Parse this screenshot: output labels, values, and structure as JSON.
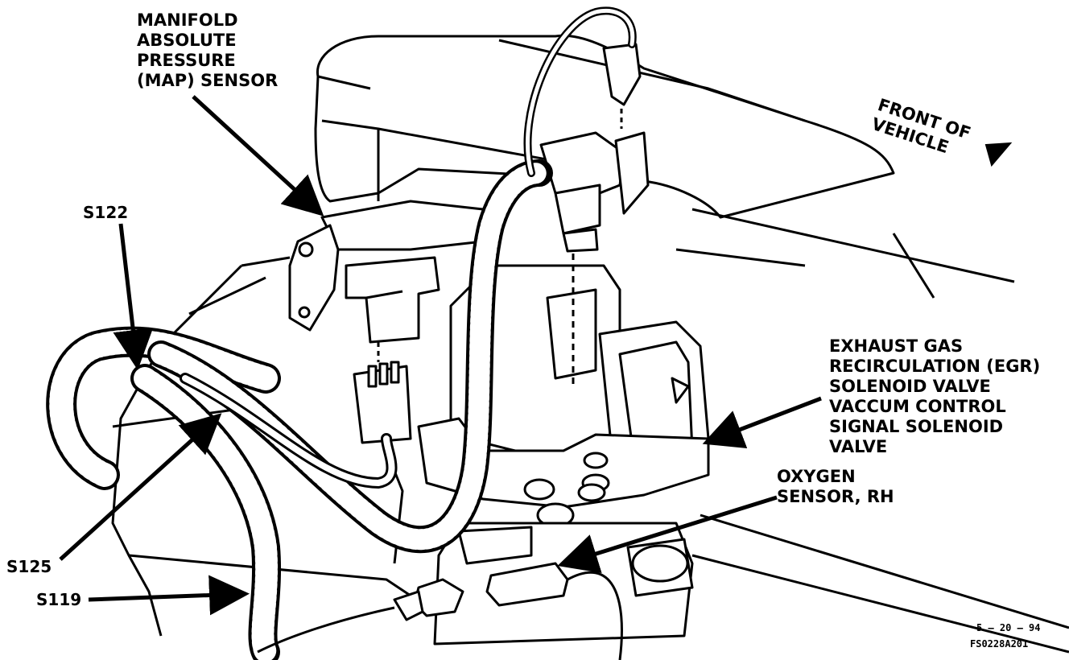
{
  "labels": {
    "map_sensor": [
      "MANIFOLD",
      "ABSOLUTE",
      "PRESSURE",
      "(MAP) SENSOR"
    ],
    "front_of_vehicle": [
      "FRONT OF",
      "VEHICLE"
    ],
    "s122": "S122",
    "egr": [
      "EXHAUST GAS",
      "RECIRCULATION (EGR)",
      "SOLENOID VALVE",
      "VACCUM CONTROL",
      "SIGNAL SOLENOID",
      "VALVE"
    ],
    "oxygen_sensor": [
      "OXYGEN",
      "SENSOR, RH"
    ],
    "s125": "S125",
    "s119": "S119",
    "date_code": "5 – 20 – 94",
    "figure_code": "FS0228A201"
  },
  "colors": {
    "ink": "#000000",
    "paper": "#ffffff"
  }
}
